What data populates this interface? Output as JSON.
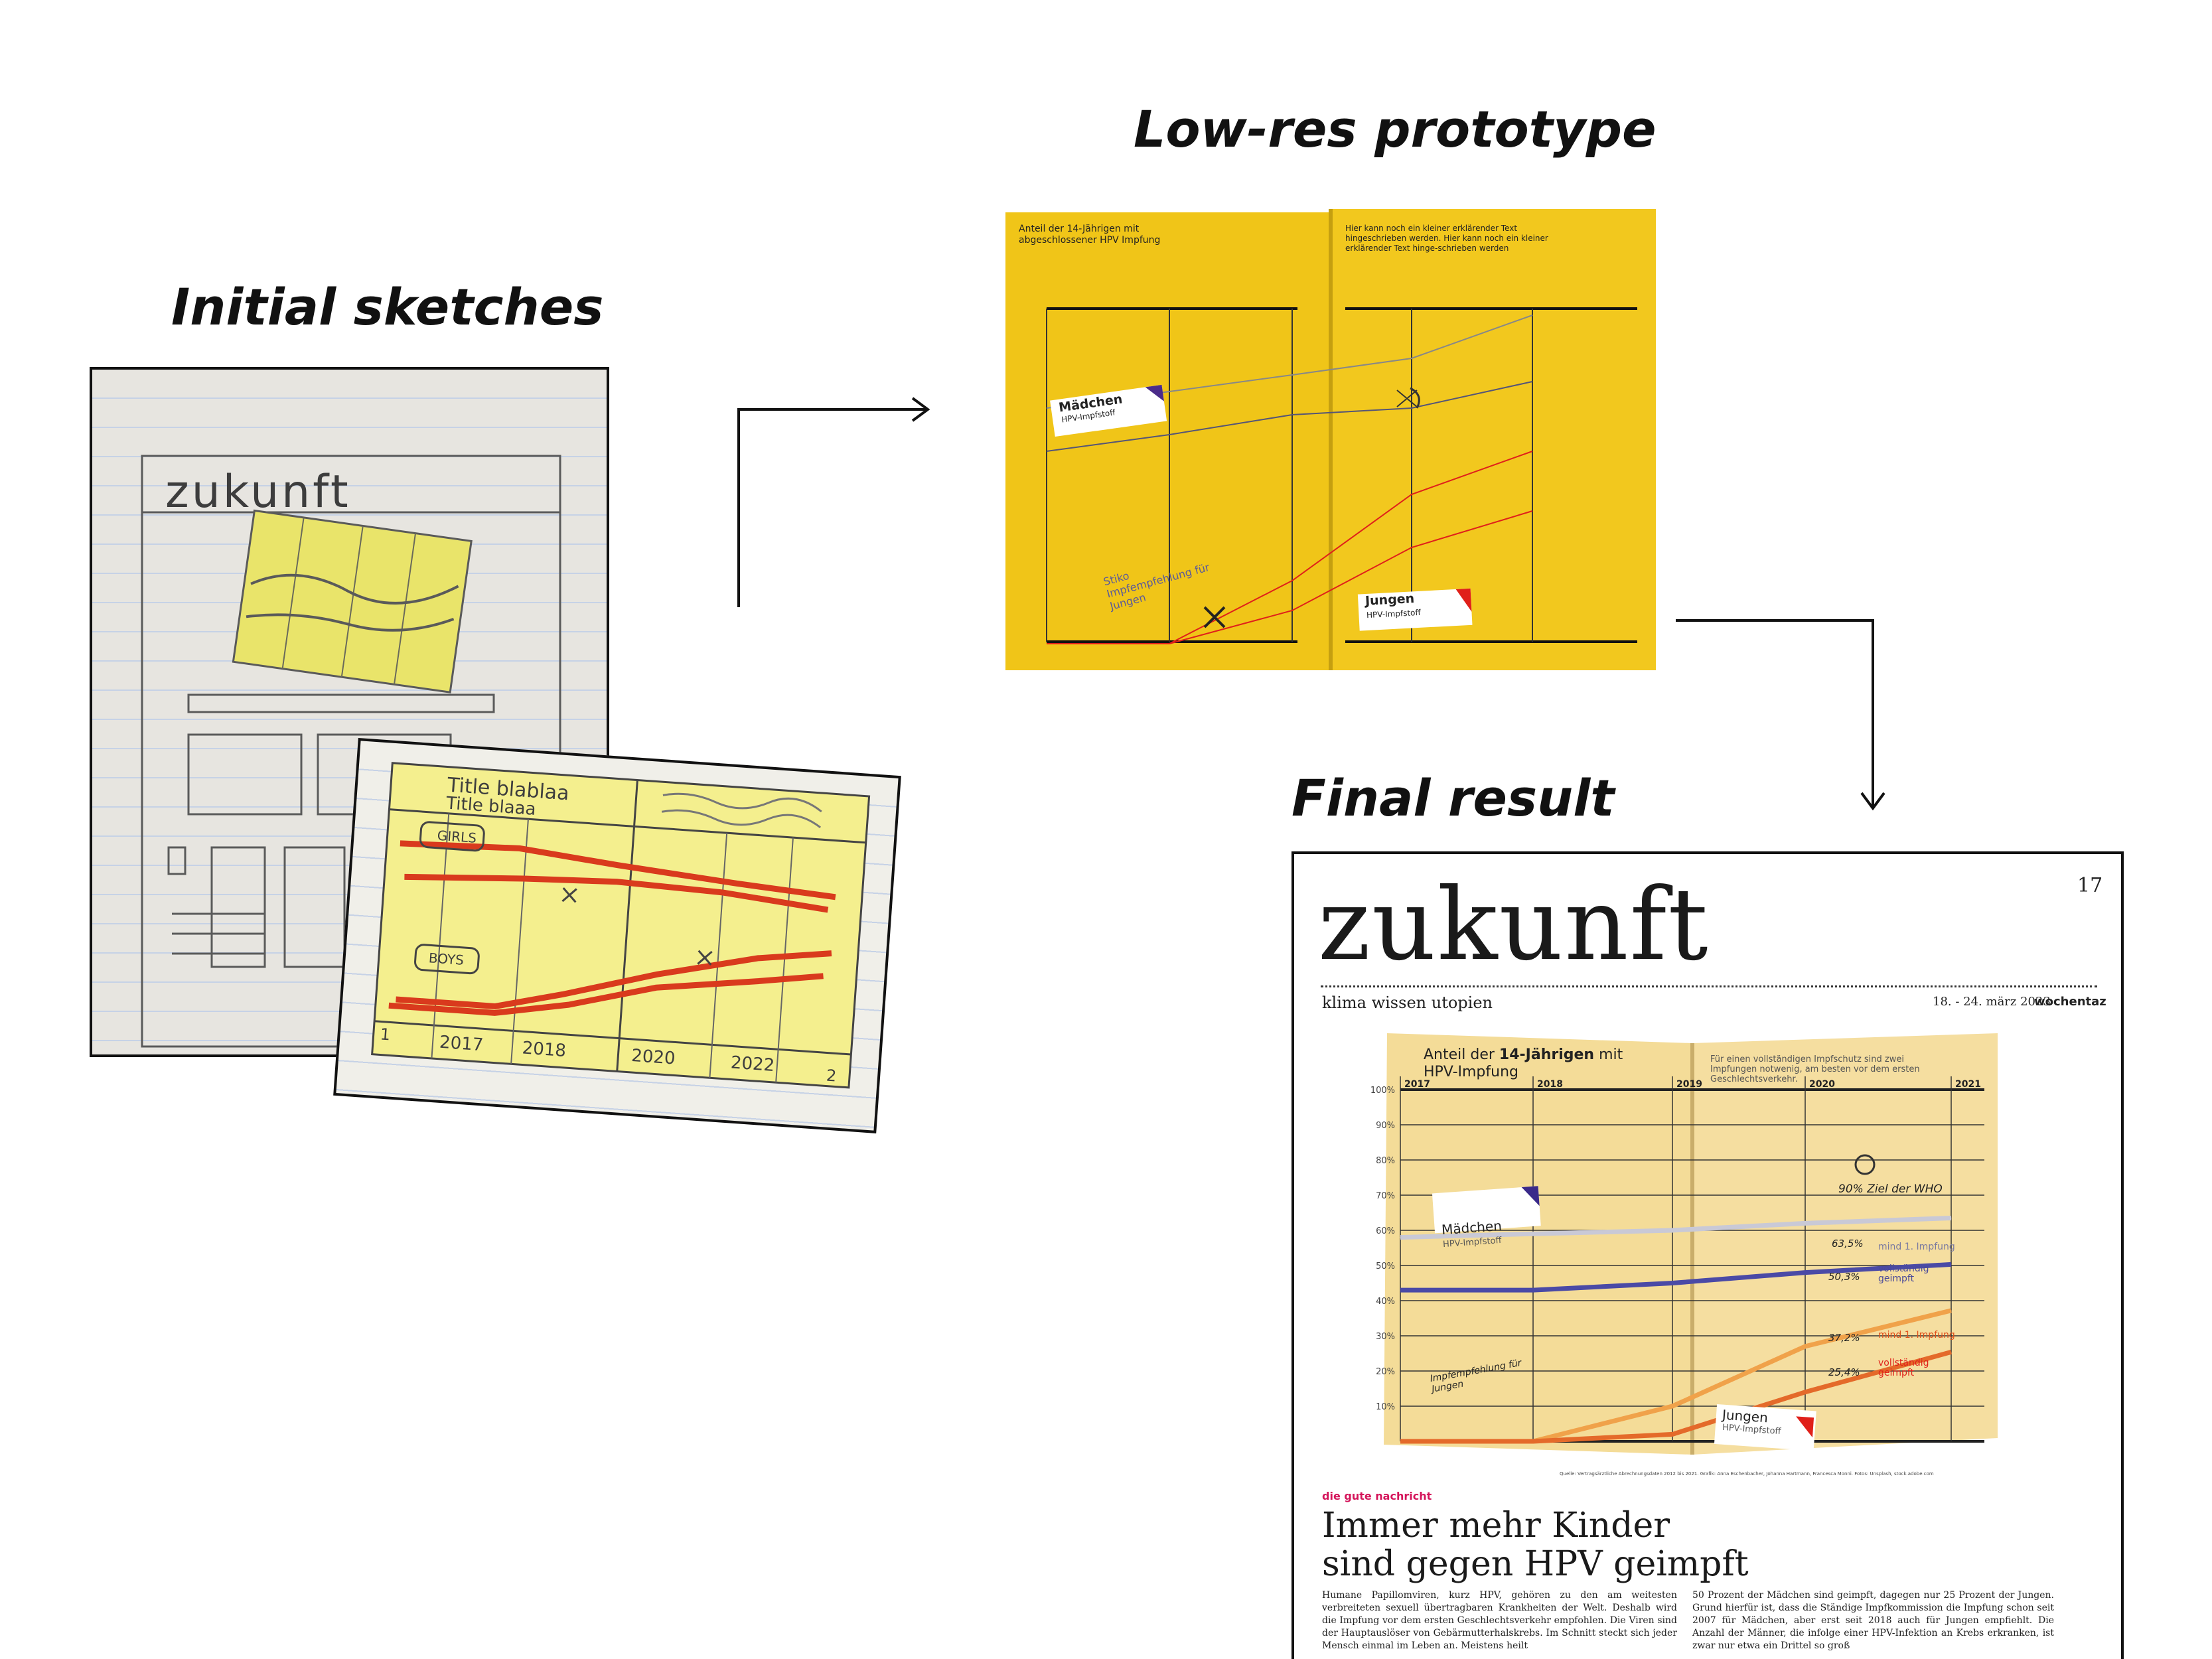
{
  "headings": {
    "sketches": "Initial sketches",
    "prototype": "Low-res prototype",
    "final": "Final result"
  },
  "sketch_a": {
    "title": "zukunft"
  },
  "sketch_b": {
    "title_line_1": "Title blablaa",
    "title_line_2": "Title blaaa",
    "label_girls": "GIRLS",
    "label_boys": "BOYS",
    "years": [
      "2017",
      "2018",
      "2020",
      "2022"
    ],
    "corner_left": "1",
    "corner_right": "2"
  },
  "prototype": {
    "left_title": "Anteil der 14-Jährigen mit abgeschlossener HPV Impfung",
    "right_text": "Hier kann noch ein kleiner erklärender Text hingeschrieben werden. Hier kann noch ein kleiner erklärender Text hinge-schrieben werden",
    "label_girls": "Mädchen",
    "label_girls_sub": "HPV-Impfstoff",
    "label_boys": "Jungen",
    "label_boys_sub": "HPV-Impfstoff",
    "note": "Stiko Impfempfehlung für Jungen"
  },
  "final": {
    "masthead": "zukunft",
    "page_number": "17",
    "tagline": "klima wissen utopien",
    "date": "18. - 24. märz 2023",
    "brand": "wochentaz",
    "chart_title_pre": "Anteil der ",
    "chart_title_bold": "14-Jährigen",
    "chart_title_post": " mit",
    "chart_title_line2": "HPV-Impfung",
    "chart_note": "Für einen vollständigen Impfschutz sind zwei Impfungen notwenig, am besten vor dem ersten Geschlechtsverkehr.",
    "years": [
      "2017",
      "2018",
      "2019",
      "2020",
      "2021"
    ],
    "y_ticks": [
      "100%",
      "90%",
      "80%",
      "70%",
      "60%",
      "50%",
      "40%",
      "30%",
      "20%",
      "10%"
    ],
    "label_girls": "Mädchen",
    "label_girls_sub": "HPV-Impfstoff",
    "label_boys": "Jungen",
    "label_boys_sub": "HPV-Impfstoff",
    "who_goal": "90% Ziel der WHO",
    "value_girls_first": "63,5%",
    "value_girls_full": "50,3%",
    "value_boys_first": "37,2%",
    "value_boys_full": "25,4%",
    "series_girls_first": "mind 1. Impfung",
    "series_girls_full": "vollständig geimpft",
    "series_boys_first": "mind 1. Impfung",
    "series_boys_full": "vollständig geimpft",
    "boys_note": "Impfempfehlung für Jungen",
    "source": "Quelle: Vertragsärztliche Abrechnungsdaten 2012 bis 2021. Grafik: Anna Eschenbacher, Johanna Hartmann, Francesca Monni. Fotos: Unsplash, stock.adobe.com",
    "kicker": "die gute nachricht",
    "headline_1": "Immer mehr Kinder",
    "headline_2": "sind gegen HPV geimpft",
    "body_left": "Humane Papillomviren, kurz HPV, gehören zu den am weitesten verbreiteten sexuell übertragbaren Krankheiten der Welt. Deshalb wird die Impfung vor dem ersten Geschlechtsverkehr empfohlen. Die Viren sind der Hauptauslöser von Gebärmutterhalskrebs. Im Schnitt steckt sich jeder Mensch einmal im Leben an. Meistens heilt",
    "body_right": "50 Prozent der Mädchen sind geimpft, dagegen nur 25 Prozent der Jungen. Grund hierfür ist, dass die Ständige Impfkommission die Impfung schon seit 2007 für Mädchen, aber erst seit 2018 auch für Jungen empfiehlt. Die Anzahl der Männer, die infolge einer HPV-Infektion an Krebs erkranken, ist zwar nur etwa ein Drittel so groß"
  },
  "chart_data": {
    "type": "line",
    "x": [
      "2017",
      "2018",
      "2019",
      "2020",
      "2021"
    ],
    "ylim": [
      0,
      100
    ],
    "series": [
      {
        "name": "Mädchen mind 1. Impfung",
        "values": [
          58,
          59,
          60,
          62,
          63.5
        ]
      },
      {
        "name": "Mädchen vollständig geimpft",
        "values": [
          43,
          43,
          45,
          48,
          50.3
        ]
      },
      {
        "name": "Jungen mind 1. Impfung",
        "values": [
          0,
          0,
          10,
          27,
          37.2
        ]
      },
      {
        "name": "Jungen vollständig geimpft",
        "values": [
          0,
          0,
          2,
          14,
          25.4
        ]
      }
    ]
  }
}
